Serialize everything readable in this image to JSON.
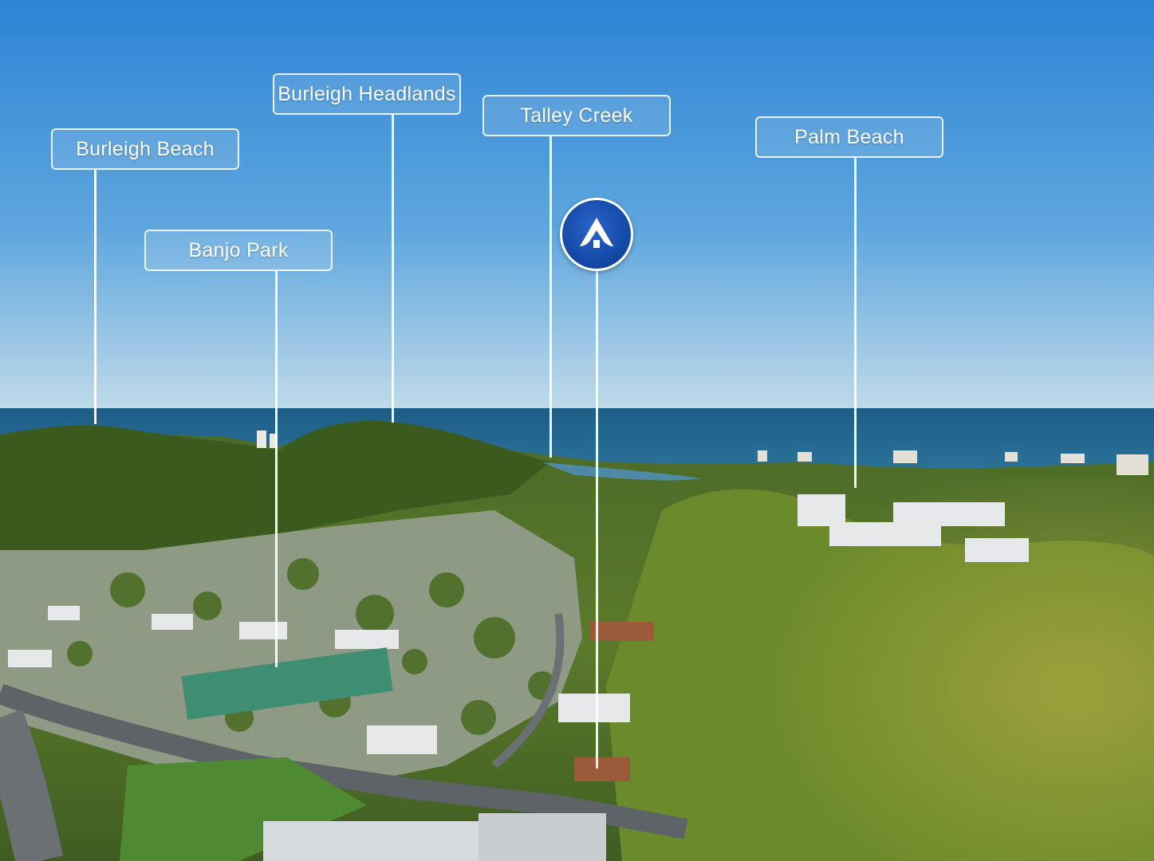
{
  "labels": {
    "burleigh_beach": "Burleigh Beach",
    "burleigh_headlands": "Burleigh Headlands",
    "talley_creek": "Talley Creek",
    "palm_beach": "Palm Beach",
    "banjo_park": "Banjo Park"
  },
  "marker": {
    "icon": "house-roof-icon",
    "color": "#1a4fae"
  },
  "colors": {
    "sky_top": "#2f86d6",
    "sky_horizon": "#bcd9ea",
    "ocean": "#1f5f86",
    "forest": "#4e6b22",
    "foliage_sunlit": "#8a9a32"
  }
}
